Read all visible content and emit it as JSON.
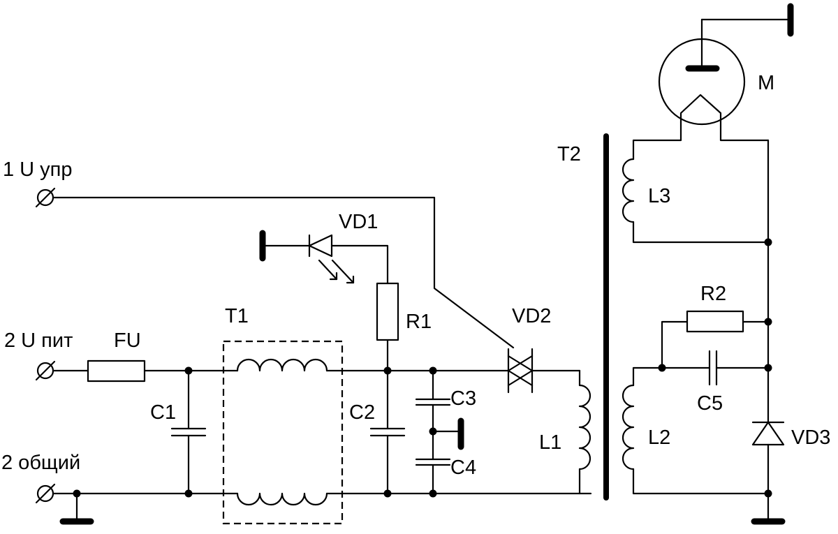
{
  "labels": {
    "u_ctrl": "1 U упр",
    "u_supply": "2 U пит",
    "common": "2 общий",
    "fu": "FU",
    "t1": "T1",
    "t2": "T2",
    "vd1": "VD1",
    "vd2": "VD2",
    "vd3": "VD3",
    "r1": "R1",
    "r2": "R2",
    "c1": "C1",
    "c2": "C2",
    "c3": "C3",
    "c4": "C4",
    "c5": "C5",
    "l1": "L1",
    "l2": "L2",
    "l3": "L3",
    "m": "M"
  }
}
